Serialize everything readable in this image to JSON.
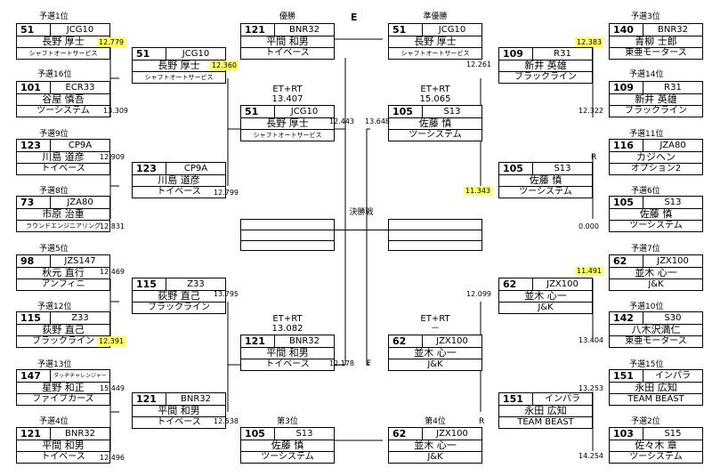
{
  "page": {
    "letter": "E"
  },
  "seeds": {
    "q1": "予選1位",
    "q16": "予選16位",
    "q9": "予選9位",
    "q8": "予選8位",
    "q5": "予選5位",
    "q12": "予選12位",
    "q13": "予選13位",
    "q4": "予選4位",
    "q3": "予選3位",
    "q14": "予選14位",
    "q11": "予選11位",
    "q6": "予選6位",
    "q7": "予選7位",
    "q10": "予選10位",
    "q15": "予選15位",
    "q2": "予選2位"
  },
  "center": {
    "winner": "優勝",
    "runner_up": "準優勝",
    "final": "決勝戦",
    "third": "第3位",
    "fourth": "第4位",
    "sf1_label": "ET+RT",
    "sf1_time": "13.407",
    "sf2_label": "ET+RT",
    "sf2_time": "15.065",
    "sf3_label": "ET+RT",
    "sf3_time": "13.082",
    "sf4_label": "ET+RT",
    "sf4_time": "－"
  },
  "boxes": {
    "b_q1": {
      "num": "51",
      "mach": "JCG10",
      "name": "長野 厚士",
      "team": "シャフトオートサービス"
    },
    "b_q16": {
      "num": "101",
      "mach": "ECR33",
      "name": "谷屋 慎吾",
      "team": "ツーシステム"
    },
    "b_q9": {
      "num": "123",
      "mach": "CP9A",
      "name": "川島 道彦",
      "team": "トイベース"
    },
    "b_q8": {
      "num": "73",
      "mach": "JZA80",
      "name": "市原 治重",
      "team": "ラウンドエンジニアリング"
    },
    "b_q5": {
      "num": "98",
      "mach": "JZS147",
      "name": "秋元 直行",
      "team": "アンフィニ"
    },
    "b_q12": {
      "num": "115",
      "mach": "Z33",
      "name": "荻野 直己",
      "team": "ブラックライン"
    },
    "b_q13": {
      "num": "147",
      "mach": "ダッヂチャレンジャー",
      "name": "星野 和正",
      "team": "ファイブカーズ"
    },
    "b_q4": {
      "num": "121",
      "mach": "BNR32",
      "name": "平間 和男",
      "team": "トイベース"
    },
    "b_r1": {
      "num": "51",
      "mach": "JCG10",
      "name": "長野 厚士",
      "team": "シャフトオートサービス"
    },
    "b_r2": {
      "num": "123",
      "mach": "CP9A",
      "name": "川島 道彦",
      "team": "トイベース"
    },
    "b_r3": {
      "num": "115",
      "mach": "Z33",
      "name": "荻野 直己",
      "team": "ブラックライン"
    },
    "b_r4": {
      "num": "121",
      "mach": "BNR32",
      "name": "平間 和男",
      "team": "トイベース"
    },
    "b_sf1": {
      "num": "51",
      "mach": "JCG10",
      "name": "長野 厚士",
      "team": "シャフトオートサービス"
    },
    "b_sf3": {
      "num": "121",
      "mach": "BNR32",
      "name": "平間 和男",
      "team": "トイベース"
    },
    "b_win": {
      "num": "121",
      "mach": "BNR32",
      "name": "平間 和男",
      "team": "トイベース"
    },
    "b_run": {
      "num": "51",
      "mach": "JCG10",
      "name": "長野 厚士",
      "team": "シャフトオートサービス"
    },
    "b_sf2": {
      "num": "105",
      "mach": "S13",
      "name": "佐藤 慎",
      "team": "ツーシステム"
    },
    "b_sf4": {
      "num": "62",
      "mach": "JZX100",
      "name": "並木 心一",
      "team": "J&K"
    },
    "b_3rd": {
      "num": "105",
      "mach": "S13",
      "name": "佐藤 慎",
      "team": "ツーシステム"
    },
    "b_4th": {
      "num": "62",
      "mach": "JZX100",
      "name": "並木 心一",
      "team": "J&K"
    },
    "b_r5": {
      "num": "109",
      "mach": "R31",
      "name": "新井 英雄",
      "team": "ブラックライン"
    },
    "b_r6": {
      "num": "105",
      "mach": "S13",
      "name": "佐藤 慎",
      "team": "ツーシステム"
    },
    "b_r7": {
      "num": "62",
      "mach": "JZX100",
      "name": "並木 心一",
      "team": "J&K"
    },
    "b_r8": {
      "num": "151",
      "mach": "インパラ",
      "name": "永田 広知",
      "team": "TEAM BEAST"
    },
    "b_q3": {
      "num": "140",
      "mach": "BNR32",
      "name": "青柳 士郎",
      "team": "東亜モータース"
    },
    "b_q14": {
      "num": "109",
      "mach": "R31",
      "name": "新井 英雄",
      "team": "ブラックライン"
    },
    "b_q11": {
      "num": "116",
      "mach": "JZA80",
      "name": "カジヘン",
      "team": "オプション2"
    },
    "b_q6": {
      "num": "105",
      "mach": "S13",
      "name": "佐藤 慎",
      "team": "ツーシステム"
    },
    "b_q7": {
      "num": "62",
      "mach": "JZX100",
      "name": "並木 心一",
      "team": "J&K"
    },
    "b_q10": {
      "num": "142",
      "mach": "S30",
      "name": "八木沢満仁",
      "team": "東亜モータース"
    },
    "b_q15": {
      "num": "151",
      "mach": "インパラ",
      "name": "永田 広知",
      "team": "TEAM BEAST"
    },
    "b_q2": {
      "num": "103",
      "mach": "S15",
      "name": "佐々木 章",
      "team": "ツーシステム"
    }
  },
  "times": {
    "t_q1": "12.779",
    "t_q16": "13.309",
    "t_q9": "12.909",
    "t_q8": "12.831",
    "t_q5": "12.469",
    "t_q12": "12.391",
    "t_q13": "15.449",
    "t_q4": "12.496",
    "t_r1": "12.360",
    "t_r2": "12.799",
    "t_r3": "13.795",
    "t_r4": "12.538",
    "t_sf1": "12.443",
    "t_sf3": "12.178",
    "t_sf2": "13.648",
    "t_r5": "12.261",
    "t_r6": "11.343",
    "t_r7": "12.099",
    "t_q3": "12.383",
    "t_q14": "12.322",
    "t_q6": "0.000",
    "t_q7": "11.491",
    "t_q10": "13.404",
    "t_q15": "13.253",
    "t_q2": "14.254"
  },
  "marks": {
    "r_q11": "R",
    "f_sf4": "F",
    "r_r8": "R"
  }
}
